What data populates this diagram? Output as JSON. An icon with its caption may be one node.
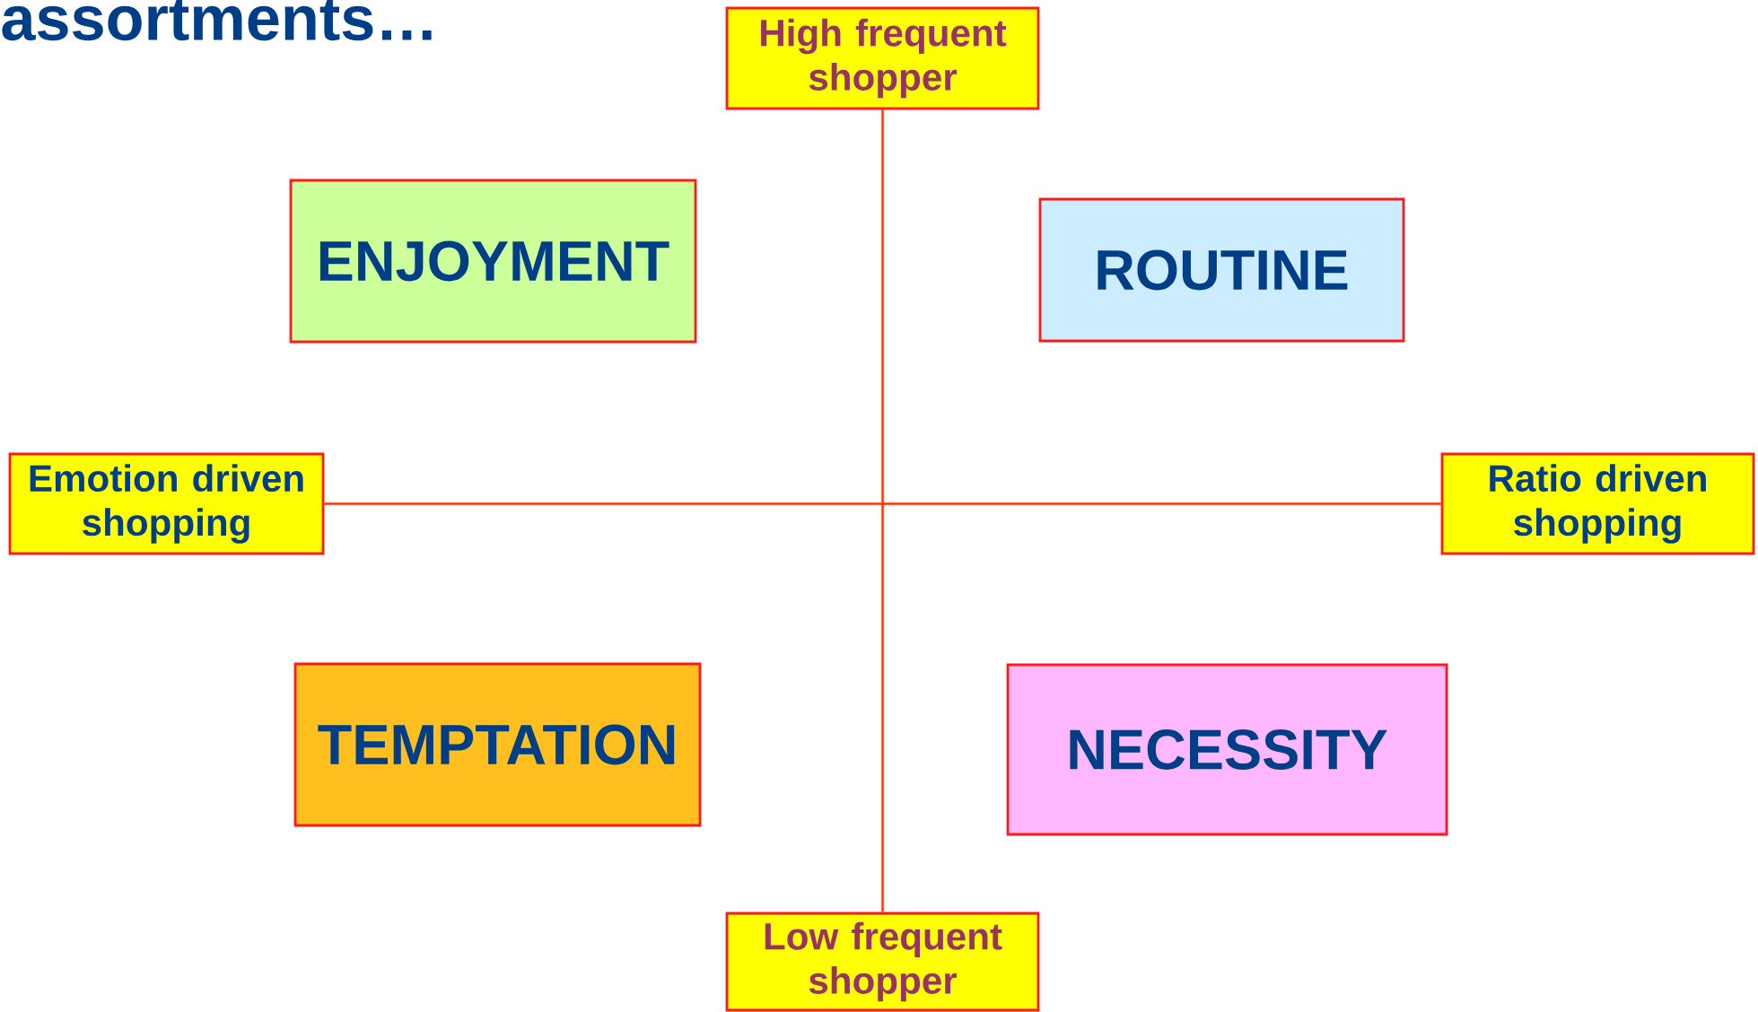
{
  "diagram": {
    "title": "assortments…",
    "nodes": [
      {
        "text": [
          "High frequent shopper"
        ]
      },
      {
        "text": [
          "ENJOYMENT"
        ]
      },
      {
        "text": [
          "ROUTINE"
        ]
      },
      {
        "text": [
          "Emotion driven shopping"
        ]
      },
      {
        "text": [
          "Ratio driven shopping"
        ]
      },
      {
        "text": [
          "TEMPTATION"
        ]
      },
      {
        "text": [
          "NECESSITY"
        ]
      },
      {
        "text": [
          "Low frequent shopper"
        ]
      }
    ],
    "edges": [
      {
        "from": 0,
        "to": 7,
        "arrow": "none"
      },
      {
        "from": 3,
        "to": 4,
        "arrow": "none"
      }
    ]
  }
}
